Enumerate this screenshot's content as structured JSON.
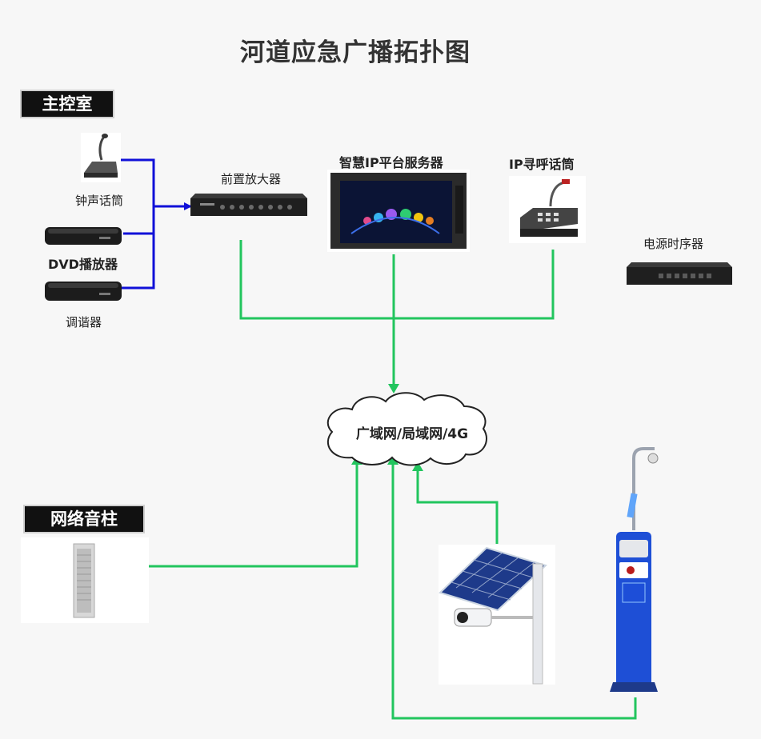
{
  "title": "河道应急广播拓扑图",
  "sections": {
    "control_room": "主控室",
    "network_column": "网络音柱"
  },
  "devices": {
    "bell_mic": "钟声话筒",
    "dvd_player": "DVD播放器",
    "tuner": "调谐器",
    "pre_amplifier": "前置放大器",
    "smart_ip_server": "智慧IP平台服务器",
    "ip_paging_mic": "IP寻呼话筒",
    "power_sequencer": "电源时序器"
  },
  "network": {
    "cloud_label": "广域网/局域网/4G"
  },
  "colors": {
    "blue_link": "#1010d8",
    "green_link": "#22c55e",
    "tag_bg": "#111111"
  }
}
